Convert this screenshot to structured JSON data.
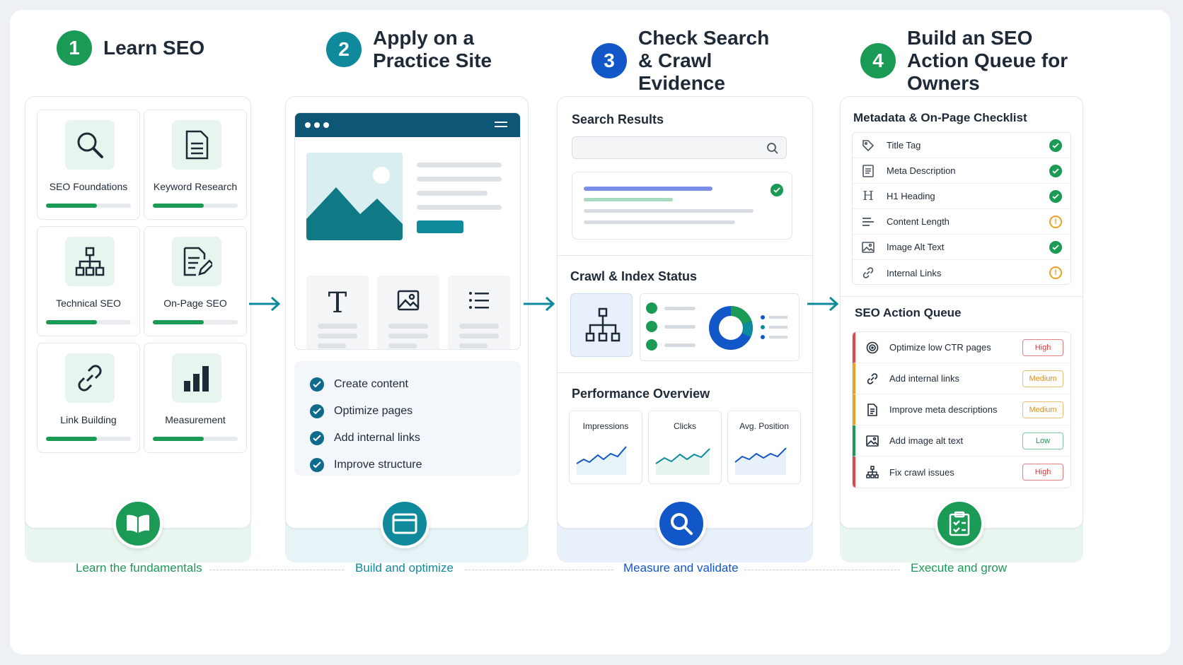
{
  "steps": [
    {
      "num": "1",
      "title": "Learn SEO"
    },
    {
      "num": "2",
      "title": "Apply on a Practice Site"
    },
    {
      "num": "3",
      "title": "Check Search & Crawl Evidence"
    },
    {
      "num": "4",
      "title": "Build an SEO Action Queue for Owners"
    }
  ],
  "col1": {
    "cards": [
      {
        "label": "SEO Foundations",
        "progress": 0.6,
        "icon": "magnifier-icon"
      },
      {
        "label": "Keyword Research",
        "progress": 0.6,
        "icon": "document-icon"
      },
      {
        "label": "Technical SEO",
        "progress": 0.6,
        "icon": "sitemap-icon"
      },
      {
        "label": "On-Page SEO",
        "progress": 0.6,
        "icon": "edit-document-icon"
      },
      {
        "label": "Link Building",
        "progress": 0.6,
        "icon": "link-icon"
      },
      {
        "label": "Measurement",
        "progress": 0.6,
        "icon": "bar-chart-icon"
      }
    ]
  },
  "col2": {
    "tasks": [
      "Create content",
      "Optimize pages",
      "Add internal links",
      "Improve structure"
    ]
  },
  "col3": {
    "search_title": "Search Results",
    "crawl_title": "Crawl & Index Status",
    "perf_title": "Performance Overview",
    "perf_cards": [
      "Impressions",
      "Clicks",
      "Avg. Position"
    ]
  },
  "col4": {
    "checklist_title": "Metadata & On-Page Checklist",
    "checklist": [
      {
        "label": "Title Tag",
        "status": "ok"
      },
      {
        "label": "Meta Description",
        "status": "ok"
      },
      {
        "label": "H1 Heading",
        "status": "ok"
      },
      {
        "label": "Content Length",
        "status": "warn"
      },
      {
        "label": "Image Alt Text",
        "status": "ok"
      },
      {
        "label": "Internal Links",
        "status": "warn"
      }
    ],
    "queue_title": "SEO Action Queue",
    "queue": [
      {
        "label": "Optimize low CTR pages",
        "priority": "High"
      },
      {
        "label": "Add internal links",
        "priority": "Medium"
      },
      {
        "label": "Improve meta descriptions",
        "priority": "Medium"
      },
      {
        "label": "Add image alt text",
        "priority": "Low"
      },
      {
        "label": "Fix crawl issues",
        "priority": "High"
      }
    ]
  },
  "bottom": [
    "Learn the fundamentals",
    "Build and optimize",
    "Measure and validate",
    "Execute and grow"
  ],
  "colors": {
    "green": "#1a9a55",
    "teal": "#0f8a9c",
    "blue": "#1257c7",
    "navy": "#0e5676"
  }
}
